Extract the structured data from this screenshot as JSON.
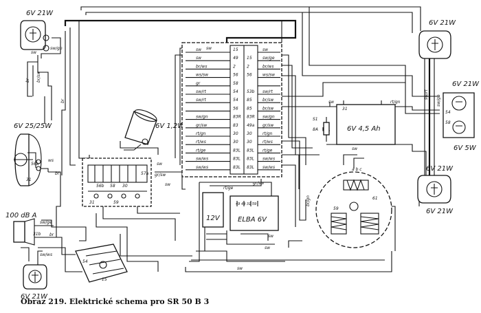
{
  "caption": "Obraz 219. Elektrické schema pro SR 50 B 3",
  "lamp_labels": {
    "top_left": "6V 21W",
    "headlamp": "6V 25/25W",
    "bulb_mid": "6V 1,2W",
    "horn": "100 dB A",
    "bottom_left": "6V 21W",
    "right_top": "6V 21W",
    "right_mid": "6V 21W",
    "right_5w": "6V 5W",
    "right_bottom": "6V 21W"
  },
  "components": {
    "battery": "6V 4,5 Ah",
    "fuse": "8A",
    "fuse_code": "S1",
    "regulator": "ELBA 6V",
    "regulator_v": "12V"
  },
  "connector_rows": [
    {
      "left": "sw",
      "a": "15",
      "b": "",
      "right": "sw"
    },
    {
      "left": "sw",
      "a": "49",
      "b": "15",
      "right": "sw/ge"
    },
    {
      "left": "br/ws",
      "a": "2",
      "b": "2",
      "right": "br/ws"
    },
    {
      "left": "ws/sw",
      "a": "56",
      "b": "56",
      "right": "ws/sw"
    },
    {
      "left": "gr",
      "a": "58",
      "b": "",
      "right": ""
    },
    {
      "left": "sw/rt",
      "a": "54",
      "b": "53b",
      "right": "sw/rt"
    },
    {
      "left": "sw/rt",
      "a": "54",
      "b": "85",
      "right": "br/sw"
    },
    {
      "left": "",
      "a": "56",
      "b": "85",
      "right": "br/sw"
    },
    {
      "left": "sw/gn",
      "a": "83R",
      "b": "83R",
      "right": "sw/gn"
    },
    {
      "left": "gr/sw",
      "a": "83",
      "b": "49a",
      "right": "gr/sw"
    },
    {
      "left": "rt/gn",
      "a": "30",
      "b": "30",
      "right": "rt/gn"
    },
    {
      "left": "rt/ws",
      "a": "30",
      "b": "30",
      "right": "rt/ws"
    },
    {
      "left": "rt/ge",
      "a": "83L",
      "b": "83L",
      "right": "rt/ge"
    },
    {
      "left": "sw/ws",
      "a": "83L",
      "b": "83L",
      "right": "sw/ws"
    },
    {
      "left": "sw/ws",
      "a": "83L",
      "b": "83L",
      "right": "sw/ws"
    }
  ],
  "wire_labels": {
    "sw": "sw",
    "swgn": "sw/gn",
    "br": "br",
    "brsw": "br/sw",
    "gr": "gr",
    "rtge": "rt/ge",
    "grsw": "gr/sw",
    "swge": "sw/ge",
    "swws": "sw/ws",
    "brws": "br/ws",
    "rtgn": "rt/gn",
    "swrt": "sw/rt",
    "brgn": "br/gn",
    "ws": "ws"
  },
  "pins": {
    "p31": "31",
    "p56a": "56a",
    "p56b": "56b",
    "p58": "58",
    "p30": "30",
    "p15": "15",
    "p49": "49",
    "p31b": "31b",
    "p54": "54",
    "p57a": "57a",
    "p59": "59",
    "p51": "51",
    "p61": "61",
    "p83": "83",
    "p85": "85",
    "p49c": "49 49 31 59",
    "p_abc": "a b c"
  }
}
